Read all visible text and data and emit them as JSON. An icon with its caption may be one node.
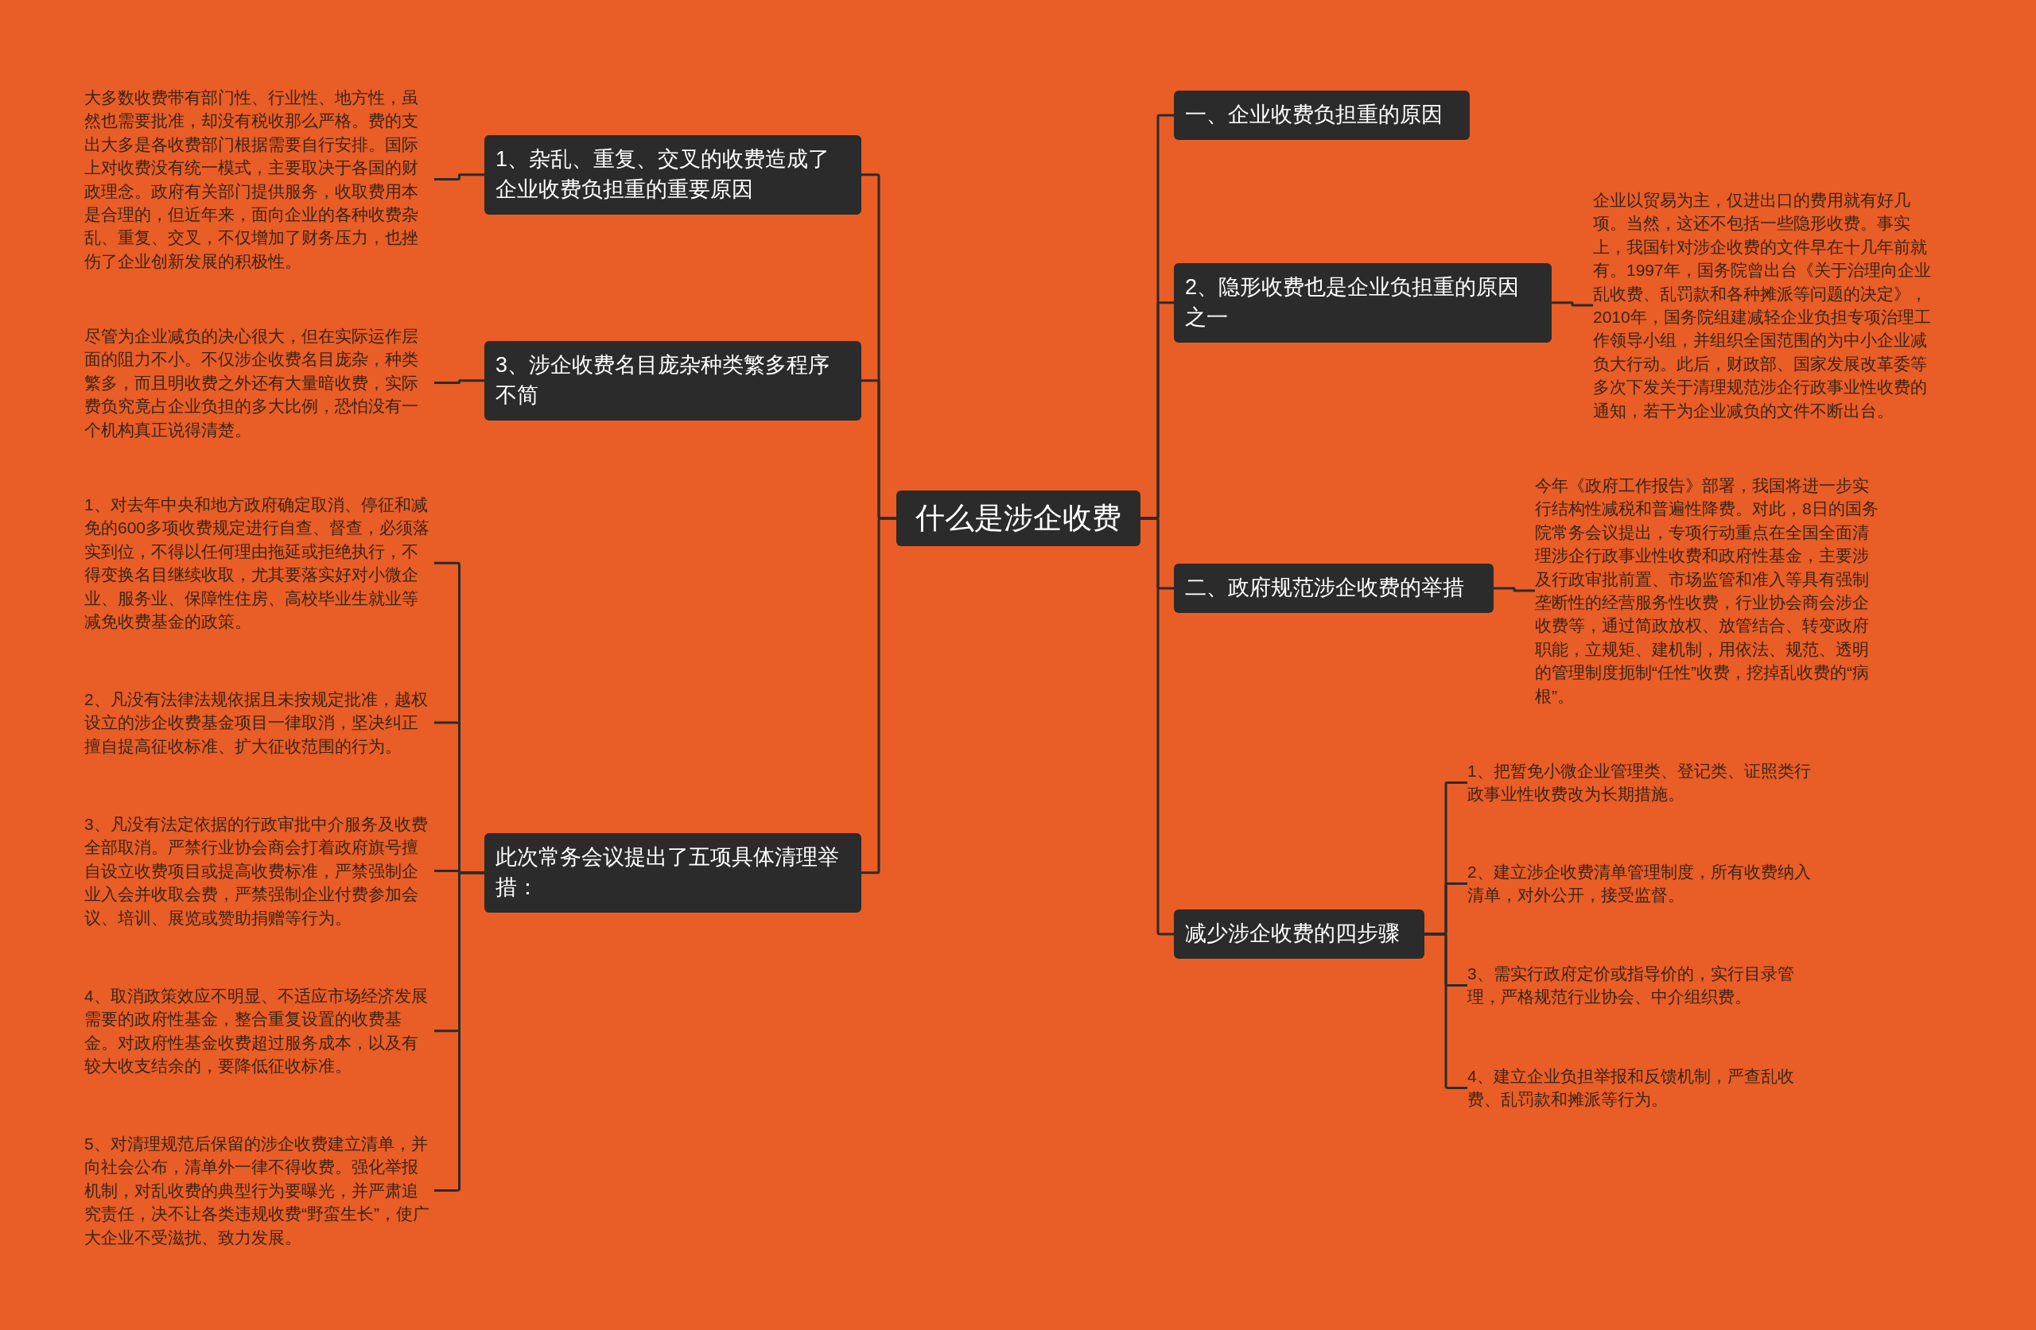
{
  "diagram": {
    "nodes": [
      {
        "text": [
          "什么是涉企收费"
        ]
      },
      {
        "text": [
          "1、杂乱、重复、交叉的收费造成了企业收费负担重的重要原因"
        ]
      },
      {
        "text": [
          "大多数收费带有部门性、行业性、地方性，虽然也需要批准，却没有税收那么严格。费的支出大多是各收费部门根据需要自行安排。国际上对收费没有统一模式，主要取决于各国的财政理念。政府有关部门提供服务，收取费用本是合理的，但近年来，面向企业的各种收费杂乱、重复、交叉，不仅增加了财务压力，也挫伤了企业创新发展的积极性。"
        ]
      },
      {
        "text": [
          "3、涉企收费名目庞杂种类繁多程序不简"
        ]
      },
      {
        "text": [
          "尽管为企业减负的决心很大，但在实际运作层面的阻力不小。不仅涉企收费名目庞杂，种类繁多，而且明收费之外还有大量暗收费，实际费负究竟占企业负担的多大比例，恐怕没有一个机构真正说得清楚。"
        ]
      },
      {
        "text": [
          "此次常务会议提出了五项具体清理举措："
        ]
      },
      {
        "text": [
          "1、对去年中央和地方政府确定取消、停征和减免的600多项收费规定进行自查、督查，必须落实到位，不得以任何理由拖延或拒绝执行，不得变换名目继续收取，尤其要落实好对小微企业、服务业、保障性住房、高校毕业生就业等减免收费基金的政策。"
        ]
      },
      {
        "text": [
          "2、凡没有法律法规依据且未按规定批准，越权设立的涉企收费基金项目一律取消，坚决纠正擅自提高征收标准、扩大征收范围的行为。"
        ]
      },
      {
        "text": [
          "3、凡没有法定依据的行政审批中介服务及收费全部取消。严禁行业协会商会打着政府旗号擅自设立收费项目或提高收费标准，严禁强制企业入会并收取会费，严禁强制企业付费参加会议、培训、展览或赞助捐赠等行为。"
        ]
      },
      {
        "text": [
          "4、取消政策效应不明显、不适应市场经济发展需要的政府性基金，整合重复设置的收费基金。对政府性基金收费超过服务成本，以及有较大收支结余的，要降低征收标准。"
        ]
      },
      {
        "text": [
          "5、对清理规范后保留的涉企收费建立清单，并向社会公布，清单外一律不得收费。强化举报机制，对乱收费的典型行为要曝光，并严肃追究责任，决不让各类违规收费“野蛮生长”，使广大企业不受滋扰、致力发展。"
        ]
      },
      {
        "text": [
          "一、企业收费负担重的原因"
        ]
      },
      {
        "text": [
          "2、隐形收费也是企业负担重的原因之一"
        ]
      },
      {
        "text": [
          "企业以贸易为主，仅进出口的费用就有好几项。当然，这还不包括一些隐形收费。事实上，我国针对涉企收费的文件早在十几年前就有。1997年，国务院曾出台《关于治理向企业乱收费、乱罚款和各种摊派等问题的决定》，2010年，国务院组建减轻企业负担专项治理工作领导小组，并组织全国范围的为中小企业减负大行动。此后，财政部、国家发展改革委等多次下发关于清理规范涉企行政事业性收费的通知，若干为企业减负的文件不断出台。"
        ]
      },
      {
        "text": [
          "二、政府规范涉企收费的举措"
        ]
      },
      {
        "text": [
          "今年《政府工作报告》部署，我国将进一步实行结构性减税和普遍性降费。对此，8日的国务院常务会议提出，专项行动重点在全国全面清理涉企行政事业性收费和政府性基金，主要涉及行政审批前置、市场监管和准入等具有强制垄断性的经营服务性收费，行业协会商会涉企收费等，通过简政放权、放管结合、转变政府职能，立规矩、建机制，用依法、规范、透明的管理制度扼制“任性”收费，挖掉乱收费的“病根”。"
        ]
      },
      {
        "text": [
          "减少涉企收费的四步骤"
        ]
      },
      {
        "text": [
          "1、把暂免小微企业管理类、登记类、证照类行政事业性收费改为长期措施。"
        ]
      },
      {
        "text": [
          "2、建立涉企收费清单管理制度，所有收费纳入清单，对外公开，接受监督。"
        ]
      },
      {
        "text": [
          "3、需实行政府定价或指导价的，实行目录管理，严格规范行业协会、中介组织费。"
        ]
      },
      {
        "text": [
          "4、建立企业负担举报和反馈机制，严查乱收费、乱罚款和摊派等行为。"
        ]
      }
    ],
    "edges": [
      {
        "from": 0,
        "to": 1,
        "arrow": "none"
      },
      {
        "from": 1,
        "to": 2,
        "arrow": "none"
      },
      {
        "from": 0,
        "to": 3,
        "arrow": "none"
      },
      {
        "from": 3,
        "to": 4,
        "arrow": "none"
      },
      {
        "from": 0,
        "to": 5,
        "arrow": "none"
      },
      {
        "from": 5,
        "to": 6,
        "arrow": "none"
      },
      {
        "from": 5,
        "to": 7,
        "arrow": "none"
      },
      {
        "from": 5,
        "to": 8,
        "arrow": "none"
      },
      {
        "from": 5,
        "to": 9,
        "arrow": "none"
      },
      {
        "from": 5,
        "to": 10,
        "arrow": "none"
      },
      {
        "from": 0,
        "to": 11,
        "arrow": "none"
      },
      {
        "from": 0,
        "to": 12,
        "arrow": "none"
      },
      {
        "from": 12,
        "to": 13,
        "arrow": "none"
      },
      {
        "from": 0,
        "to": 14,
        "arrow": "none"
      },
      {
        "from": 14,
        "to": 15,
        "arrow": "none"
      },
      {
        "from": 0,
        "to": 16,
        "arrow": "none"
      },
      {
        "from": 16,
        "to": 17,
        "arrow": "none"
      },
      {
        "from": 16,
        "to": 18,
        "arrow": "none"
      },
      {
        "from": 16,
        "to": 19,
        "arrow": "none"
      },
      {
        "from": 16,
        "to": 20,
        "arrow": "none"
      }
    ]
  }
}
